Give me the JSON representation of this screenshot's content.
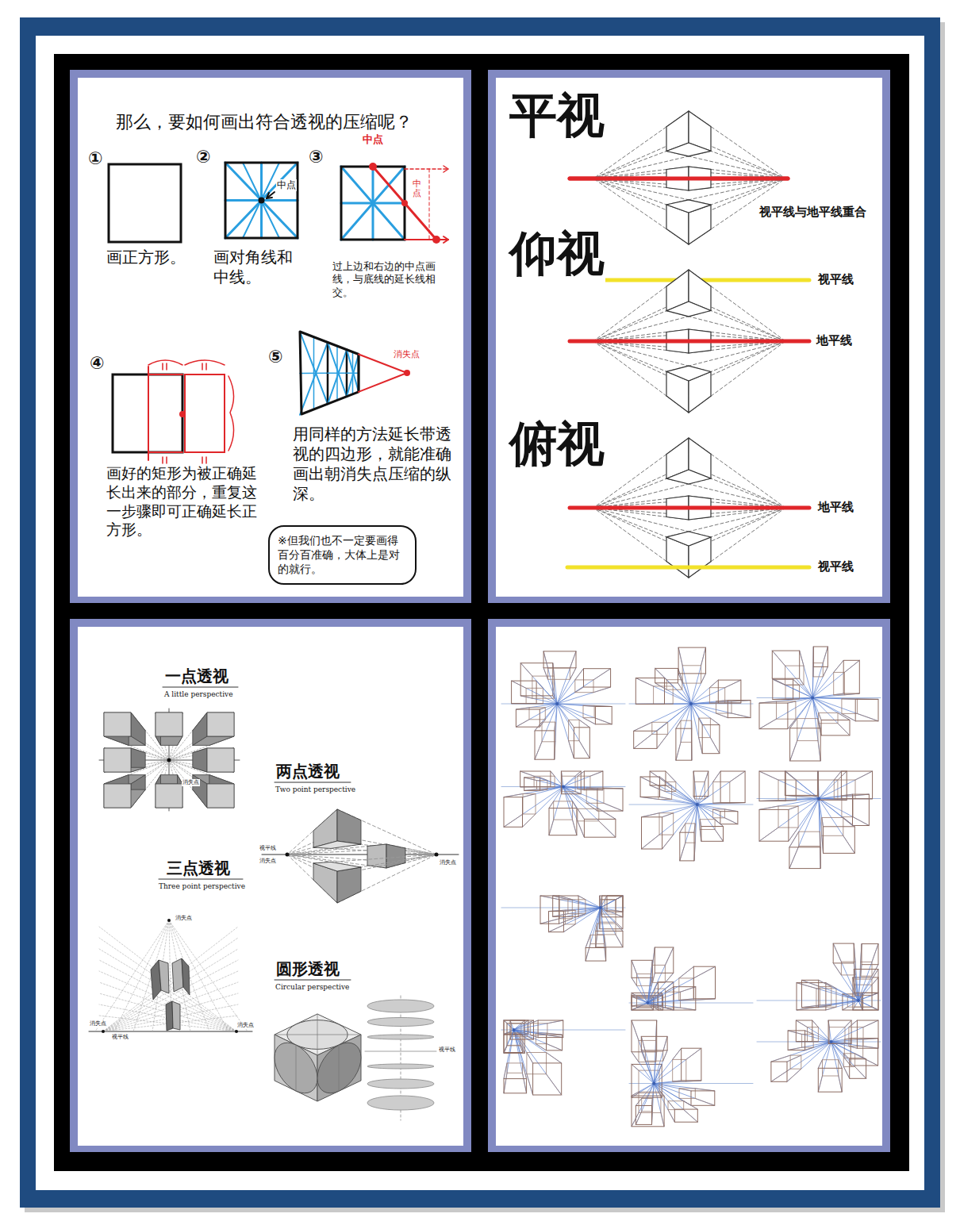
{
  "diagram": {
    "nodes": [
      {
        "text": [
          "※但我们也不一定要画得百分百准确，大体上是对的就行。"
        ]
      }
    ],
    "labels": [
      "那么，要如何画出符合透视的压缩呢？",
      "①",
      "②",
      "③",
      "画正方形。",
      "画对角线和中线。",
      "中点",
      "中点",
      "中点",
      "过上边和右边的中点画线，与底线的延长线相交。",
      "④",
      "画好的矩形为被正确延长出来的部分，重复这一步骤即可正确延长正方形。",
      "⑤",
      "消失点",
      "用同样的方法延长带透视的四边形，就能准确画出朝消失点压缩的纵深。",
      "平视",
      "视平线与地平线重合",
      "仰视",
      "视平线",
      "地平线",
      "俯视",
      "地平线",
      "视平线",
      "一点透视",
      "A little perspective",
      "消失点",
      "两点透视",
      "Two point perspective",
      "视平线",
      "消失点",
      "消失点",
      "三点透视",
      "Three point perspective",
      "消失点",
      "消失点",
      "视平线",
      "消失点",
      "圆形透视",
      "Circular perspective",
      "视平线"
    ]
  }
}
